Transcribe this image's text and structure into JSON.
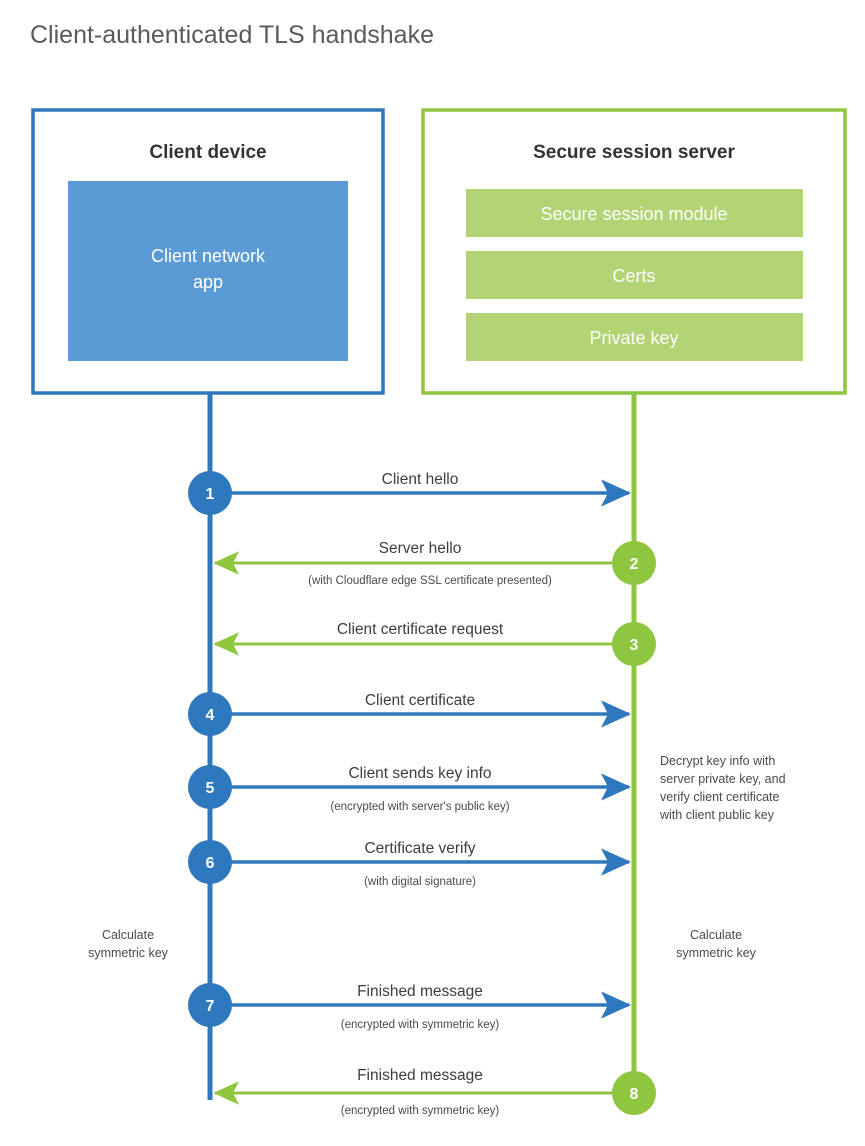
{
  "title": "Client-authenticated TLS handshake",
  "colors": {
    "client_blue": "#2e78bd",
    "client_inner_blue": "#5b9bd5",
    "server_green": "#8fc640",
    "server_inner_green": "#b3d475",
    "text_dark": "#333333",
    "text_gray": "#5a5a5a",
    "background": "#ffffff"
  },
  "client_box": {
    "title": "Client device",
    "inner_label_line1": "Client network",
    "inner_label_line2": "app"
  },
  "server_box": {
    "title": "Secure session server",
    "items": [
      {
        "label": "Secure session module"
      },
      {
        "label": "Certs"
      },
      {
        "label": "Private key"
      }
    ]
  },
  "steps": [
    {
      "number": "1",
      "label": "Client hello",
      "sublabel": "",
      "direction": "client-to-server",
      "color": "blue"
    },
    {
      "number": "2",
      "label": "Server hello",
      "sublabel": "(with Cloudflare edge SSL certificate presented)",
      "direction": "server-to-client",
      "color": "green"
    },
    {
      "number": "3",
      "label": "Client certificate request",
      "sublabel": "",
      "direction": "server-to-client",
      "color": "green"
    },
    {
      "number": "4",
      "label": "Client certificate",
      "sublabel": "",
      "direction": "client-to-server",
      "color": "blue"
    },
    {
      "number": "5",
      "label": "Client sends key info",
      "sublabel": "(encrypted with server's public key)",
      "direction": "client-to-server",
      "color": "blue"
    },
    {
      "number": "6",
      "label": "Certificate verify",
      "sublabel": "(with digital signature)",
      "direction": "client-to-server",
      "color": "blue"
    },
    {
      "number": "7",
      "label": "Finished message",
      "sublabel": "(encrypted with symmetric key)",
      "direction": "client-to-server",
      "color": "blue"
    },
    {
      "number": "8",
      "label": "Finished message",
      "sublabel": "(encrypted with symmetric key)",
      "direction": "server-to-client",
      "color": "green"
    }
  ],
  "notes": {
    "server_decrypt_line1": "Decrypt key info with",
    "server_decrypt_line2": "server private key, and",
    "server_decrypt_line3": "verify client certificate",
    "server_decrypt_line4": "with client public key",
    "client_calc_line1": "Calculate",
    "client_calc_line2": "symmetric key",
    "server_calc_line1": "Calculate",
    "server_calc_line2": "symmetric key"
  }
}
